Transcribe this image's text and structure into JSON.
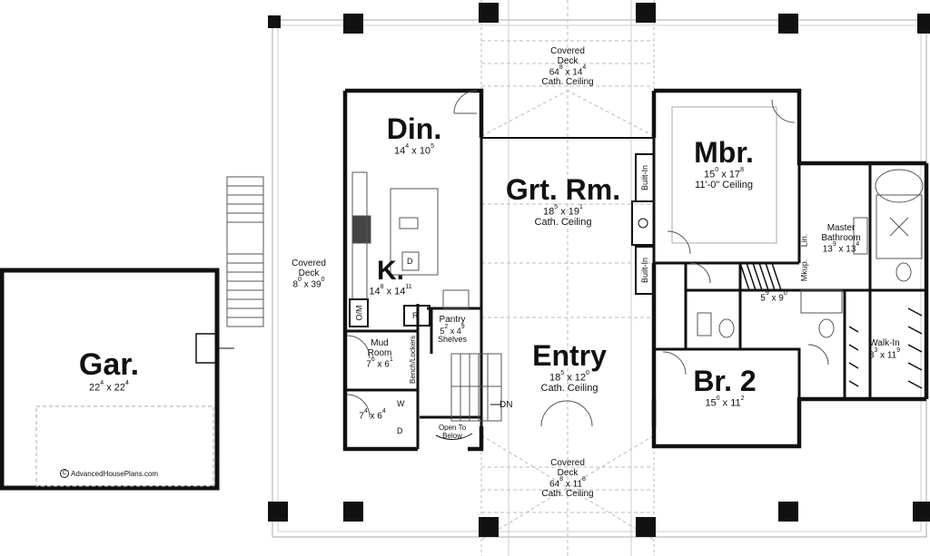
{
  "rooms": {
    "garage": {
      "name": "Gar.",
      "dim_a": "22",
      "sup_a": "4",
      "dim_b": "22",
      "sup_b": "4"
    },
    "deck_left": {
      "name": "Covered Deck",
      "dim_a": "8",
      "sup_a": "0",
      "dim_b": "39",
      "sup_b": "0"
    },
    "deck_top": {
      "name": "Covered Deck",
      "dim_a": "64",
      "sup_a": "8",
      "dim_b": "14",
      "sup_b": "4",
      "note": "Cath. Ceiling"
    },
    "deck_bottom": {
      "name": "Covered Deck",
      "dim_a": "64",
      "sup_a": "8",
      "dim_b": "11",
      "sup_b": "8",
      "note": "Cath. Ceiling"
    },
    "dining": {
      "name": "Din.",
      "dim_a": "14",
      "sup_a": "4",
      "dim_b": "10",
      "sup_b": "5"
    },
    "great_room": {
      "name": "Grt. Rm.",
      "dim_a": "18",
      "sup_a": "5",
      "dim_b": "19",
      "sup_b": "1",
      "note": "Cath. Ceiling"
    },
    "kitchen": {
      "name": "K.",
      "dim_a": "14",
      "sup_a": "8",
      "dim_b": "14",
      "sup_b": "11"
    },
    "pantry": {
      "name": "Pantry",
      "dim_a": "5",
      "sup_a": "2",
      "dim_b": "4",
      "sup_b": "9",
      "note": "Shelves"
    },
    "mud_room": {
      "name": "Mud Room",
      "dim_a": "7",
      "sup_a": "6",
      "dim_b": "6",
      "sup_b": "1"
    },
    "laundry": {
      "dim_a": "7",
      "sup_a": "4",
      "dim_b": "6",
      "sup_b": "4"
    },
    "entry": {
      "name": "Entry",
      "dim_a": "18",
      "sup_a": "5",
      "dim_b": "12",
      "sup_b": "0",
      "note": "Cath. Ceiling"
    },
    "master_bedroom": {
      "name": "Mbr.",
      "dim_a": "15",
      "sup_a": "0",
      "dim_b": "17",
      "sup_b": "8",
      "note": "11'-0\" Ceiling"
    },
    "master_bath": {
      "name": "Master Bathroom",
      "dim_a": "13",
      "sup_a": "9",
      "dim_b": "13",
      "sup_b": "4"
    },
    "bath2": {
      "dim_a": "5",
      "sup_a": "9",
      "dim_b": "9",
      "sup_b": "0"
    },
    "walk_in": {
      "name": "Walk-In",
      "dim_a": "8",
      "sup_a": "3",
      "dim_b": "11",
      "sup_b": "9"
    },
    "bedroom2": {
      "name": "Br. 2",
      "dim_a": "15",
      "sup_a": "0",
      "dim_b": "11",
      "sup_b": "2"
    }
  },
  "labels": {
    "built_in_top": "Built-In",
    "built_in_bottom": "Built-In",
    "lin": "Lin.",
    "mkup": "Mkup.",
    "om": "O/M",
    "r": "R",
    "d_kitchen": "D",
    "benchlockers": "Bench/Lockers",
    "w": "W",
    "d_laundry": "D",
    "dn": "DN",
    "open_to_below": "Open To Below",
    "x_sep": "x"
  },
  "watermark": "AdvancedHousePlans.com",
  "colors": {
    "wall": "#111111",
    "dashed": "#9a9a9a",
    "light": "#c8c8c8"
  }
}
